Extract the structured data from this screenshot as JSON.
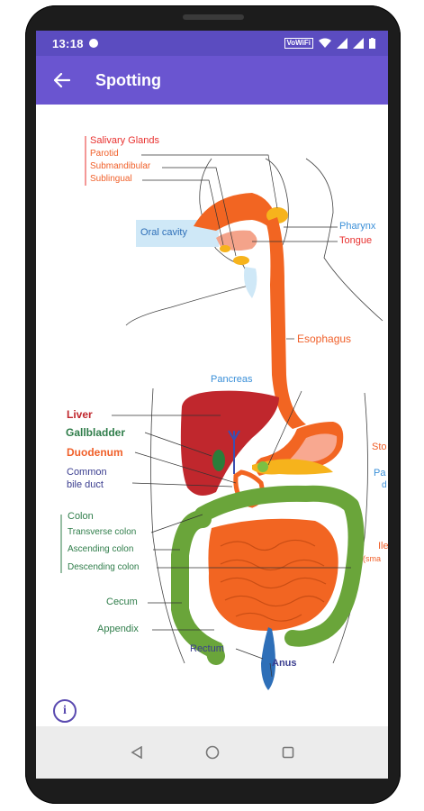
{
  "status": {
    "time": "13:18",
    "vowifi": "VoWiFi"
  },
  "appbar": {
    "title": "Spotting"
  },
  "labels": {
    "salivary_glands": "Salivary Glands",
    "parotid": "Parotid",
    "submandibular": "Submandibular",
    "sublingual": "Sublingual",
    "oral_cavity": "Oral cavity",
    "pharynx": "Pharynx",
    "tongue": "Tongue",
    "esophagus": "Esophagus",
    "pancreas": "Pancreas",
    "liver": "Liver",
    "gallbladder": "Gallbladder",
    "duodenum": "Duodenum",
    "common_bile_duct_1": "Common",
    "common_bile_duct_2": "bile duct",
    "colon": "Colon",
    "transverse_colon": "Transverse colon",
    "ascending_colon": "Ascending colon",
    "descending_colon": "Descending colon",
    "cecum": "Cecum",
    "appendix": "Appendix",
    "rectum": "Rectum",
    "anus": "Anus",
    "stomach_partial": "Sto",
    "pancreatic_partial": "Pa",
    "pancreatic_partial2": "d",
    "ileum_partial": "Ile",
    "small_partial": "(sma"
  },
  "colors": {
    "status_bar": "#5b4cc0",
    "app_bar": "#6a55d0",
    "organ_orange": "#f26522",
    "liver_red": "#c0272d",
    "colon_green": "#6aa53a",
    "label_red": "#e8312f",
    "label_orange": "#f0602a",
    "label_blue": "#3a8fd8",
    "label_navy": "#3a3d8f",
    "label_green": "#2f7d4a"
  },
  "icons": {
    "back": "arrow-left-icon",
    "info": "info-circle-icon",
    "nav_back": "triangle-back-icon",
    "nav_home": "circle-home-icon",
    "nav_recent": "square-recent-icon"
  },
  "info_glyph": "i"
}
